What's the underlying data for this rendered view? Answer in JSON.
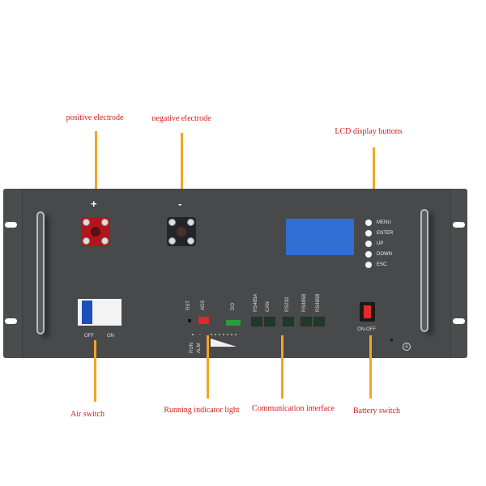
{
  "callouts": {
    "positive": "positive electrode",
    "negative": "negative electrode",
    "lcd_buttons": "LCD display buttons",
    "air_switch": "Air switch",
    "running_light": "Running indicator light",
    "comm": "Communication interface",
    "battery_switch": "Battery switch"
  },
  "terminals": {
    "plus": "+",
    "minus": "-"
  },
  "lcd_buttons": [
    "MENU",
    "ENTER",
    "UP",
    "DOWN",
    "ESC"
  ],
  "breaker": {
    "off": "OFF",
    "on": "ON"
  },
  "indicators": {
    "rst": "RST",
    "ads": "ADS",
    "do": "DO",
    "run": "RUN",
    "alm": "ALM"
  },
  "ports": [
    "RS485A",
    "CAN",
    "RS232",
    "RS485B",
    "RS485B"
  ],
  "battery_switch": {
    "label": "ON-OFF"
  },
  "colors": {
    "callout": "#d0201a",
    "leader": "#f2a623",
    "lcd": "#2f6fd3",
    "panel": "#4a4c4e"
  }
}
